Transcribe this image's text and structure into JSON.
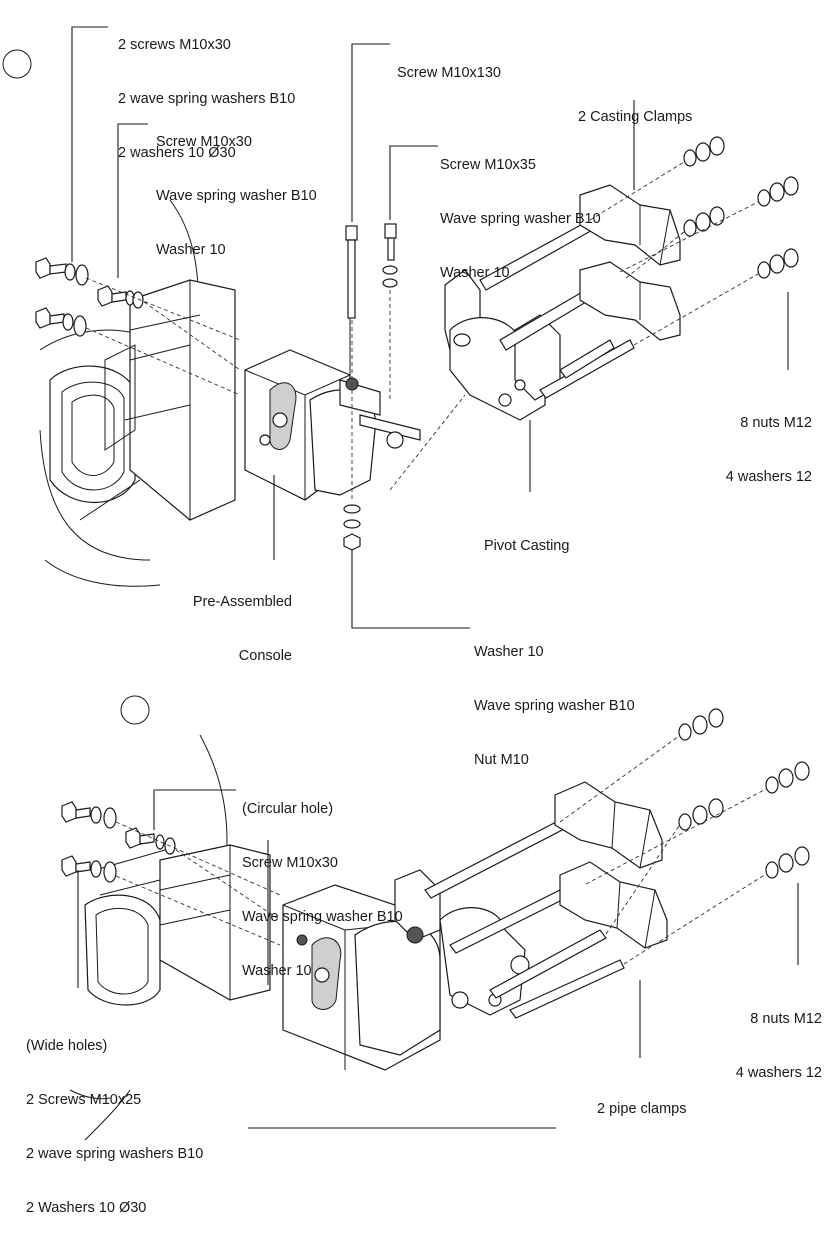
{
  "step_markers": {
    "step1": "",
    "step2": ""
  },
  "step1": {
    "label_screws_top": [
      "2 screws M10x30",
      "2 wave spring washers B10",
      "2 washers 10 Ø30"
    ],
    "label_screw_m10x130": [
      "Screw M10x130"
    ],
    "label_casting_clamps": [
      "2 Casting Clamps"
    ],
    "label_screw_m10x30": [
      "Screw M10x30",
      "Wave spring washer B10",
      "Washer 10"
    ],
    "label_screw_m10x35": [
      "Screw M10x35",
      "Wave spring washer B10",
      "Washer 10"
    ],
    "label_nuts": [
      "8 nuts M12",
      "4 washers 12"
    ],
    "label_pivot_casting": [
      "Pivot Casting"
    ],
    "label_console": [
      "Pre-Assembled",
      "Console"
    ],
    "label_bottom_hardware": [
      "Washer 10",
      "Wave spring washer B10",
      "Nut M10"
    ]
  },
  "step2": {
    "label_circular_hole": [
      "(Circular hole)",
      "Screw M10x30",
      "Wave spring washer B10",
      "Washer 10"
    ],
    "label_nuts": [
      "8 nuts M12",
      "4 washers 12"
    ],
    "label_wide_holes": [
      "(Wide holes)",
      "2 Screws M10x25",
      "2 wave spring washers B10",
      "2 Washers 10 Ø30"
    ],
    "label_pipe_clamps": [
      "2 pipe clamps"
    ]
  }
}
